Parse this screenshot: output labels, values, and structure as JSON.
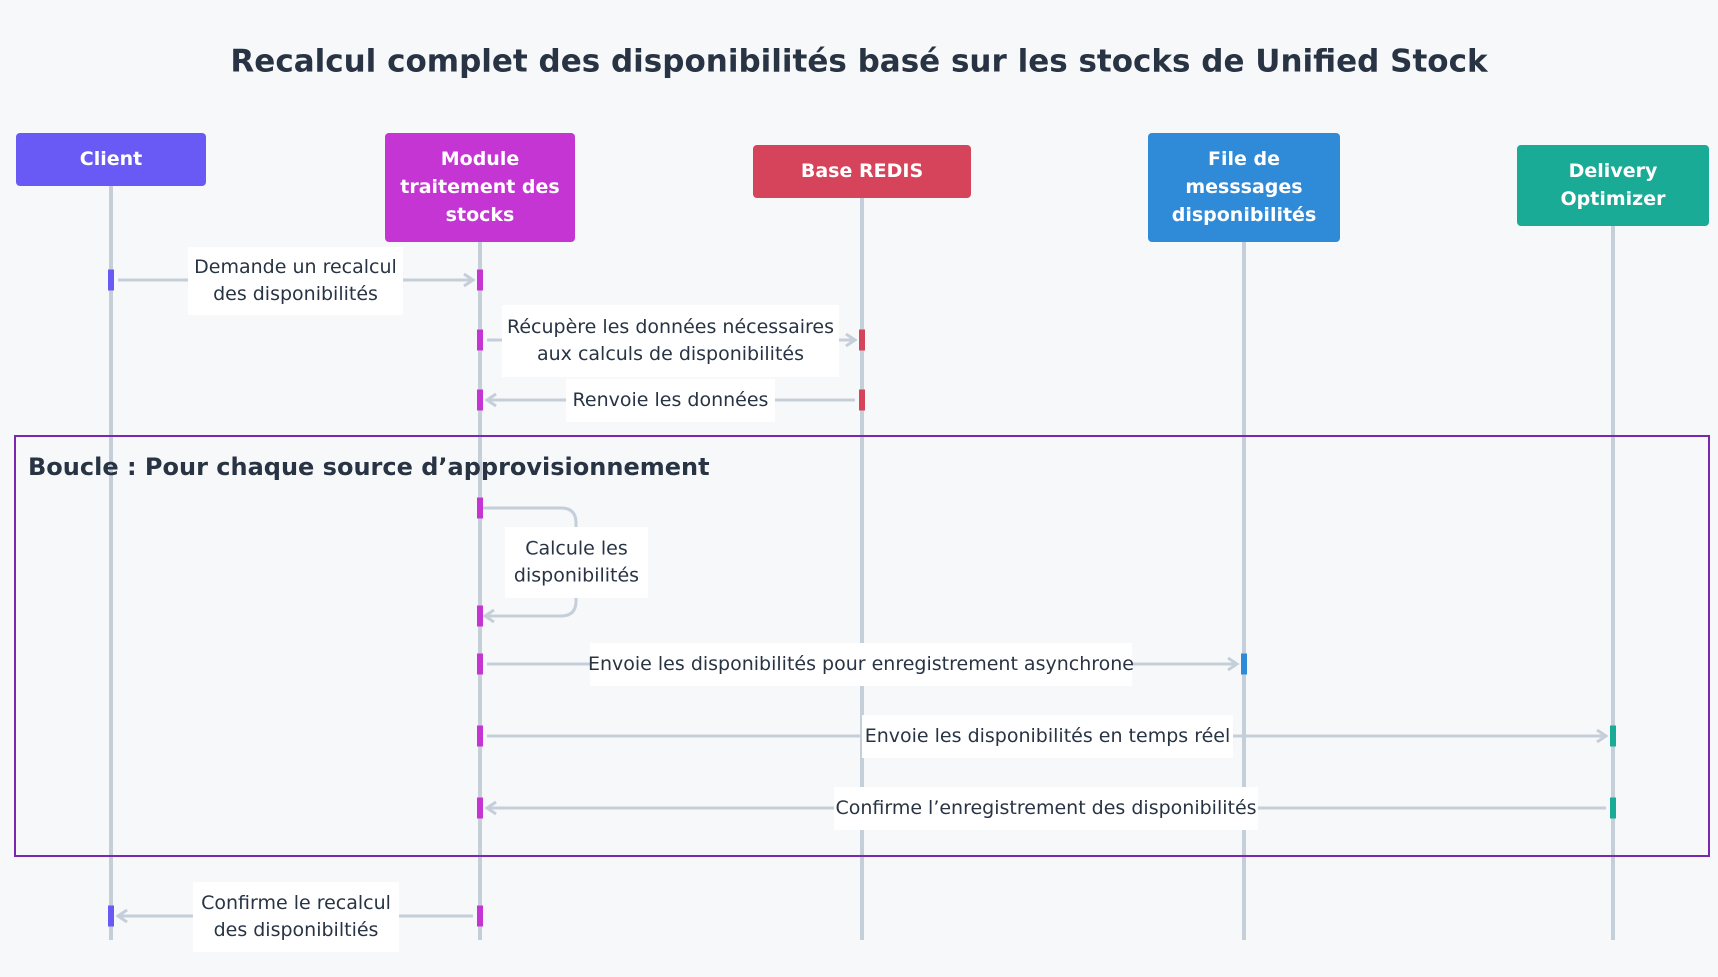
{
  "title": "Recalcul complet des disponibilités basé sur les stocks de Unified Stock",
  "colors": {
    "background": "#f7f8fa",
    "lifeline": "#c5cfda",
    "arrow": "#c5cfda",
    "text": "#283444",
    "loop_border": "#7a28b0"
  },
  "actors": [
    {
      "id": "client",
      "label": [
        "Client"
      ],
      "color": "#6a5af5"
    },
    {
      "id": "module",
      "label": [
        "Module",
        "traitement des",
        "stocks"
      ],
      "color": "#c535d3"
    },
    {
      "id": "redis",
      "label": [
        "Base REDIS"
      ],
      "color": "#d6445b"
    },
    {
      "id": "file",
      "label": [
        "File de",
        "messsages",
        "disponibilités"
      ],
      "color": "#2f8ad8"
    },
    {
      "id": "delivery",
      "label": [
        "Delivery",
        "Optimizer"
      ],
      "color": "#1aab96"
    }
  ],
  "messages": [
    {
      "from": "client",
      "to": "module",
      "label": [
        "Demande un recalcul",
        "des disponibilités"
      ]
    },
    {
      "from": "module",
      "to": "redis",
      "label": [
        "Récupère les données nécessaires",
        "aux calculs de disponibilités"
      ]
    },
    {
      "from": "redis",
      "to": "module",
      "label": [
        "Renvoie les données"
      ]
    },
    {
      "from": "module",
      "to": "module",
      "label": [
        "Calcule les",
        "disponibilités"
      ]
    },
    {
      "from": "module",
      "to": "file",
      "label": [
        "Envoie les disponibilités pour enregistrement asynchrone"
      ]
    },
    {
      "from": "module",
      "to": "delivery",
      "label": [
        "Envoie les disponibilités en temps réel"
      ]
    },
    {
      "from": "delivery",
      "to": "module",
      "label": [
        "Confirme l’enregistrement des disponibilités"
      ]
    },
    {
      "from": "module",
      "to": "client",
      "label": [
        "Confirme le recalcul",
        "des disponibiltiés"
      ]
    }
  ],
  "loop": {
    "label": "Boucle : Pour chaque source d’approvisionnement",
    "first_message": 3,
    "last_message": 6
  }
}
